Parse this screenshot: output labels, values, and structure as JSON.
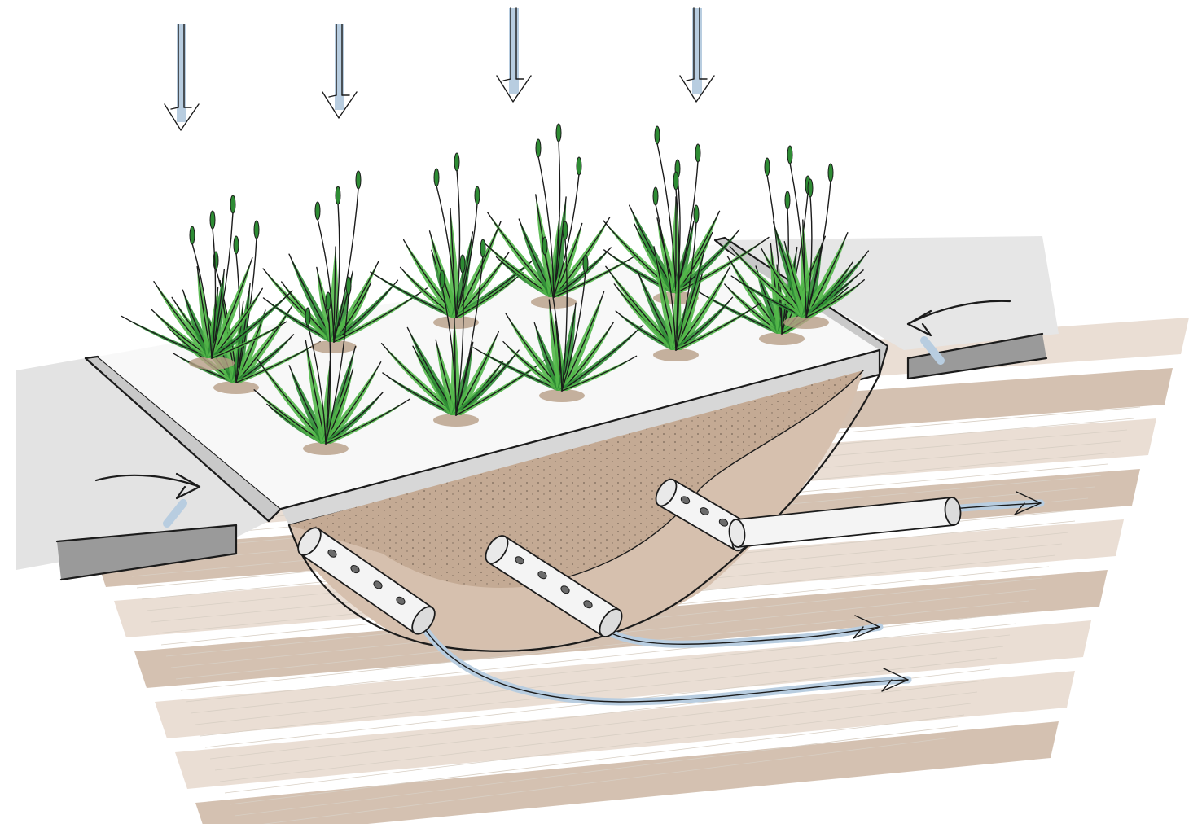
{
  "title": "",
  "colors": {
    "background": "#ffffff",
    "soil_light": "#e6d8cc",
    "soil_mid": "#cdb6a3",
    "soil_dark": "#a88e78",
    "gravel_bed": "#bea48c",
    "pavement": "#d9d9d9",
    "pavement_dark": "#8c8c8c",
    "plant_green": "#52b749",
    "plant_dark": "#2e8c34",
    "water_blue": "#b8cde0",
    "pipe_white": "#f4f4f4",
    "ink": "#1b1b1b"
  },
  "icons": {
    "rain_arrow": "down-arrow-icon",
    "flow_arrow": "right-arrow-icon",
    "plant": "grass-clump-icon",
    "pipe": "perforated-pipe-icon"
  },
  "elements": {
    "rain_arrow_count": 4,
    "plant_count": 12,
    "perforated_pipe_count": 3,
    "runoff_inflow_count": 2,
    "outflow_arrow_count": 3
  }
}
